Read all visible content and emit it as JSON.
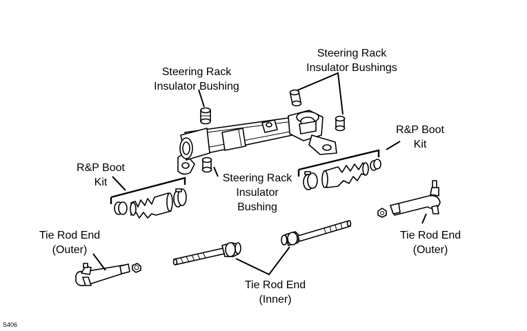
{
  "labels": {
    "insulator_bushing_top": [
      "Steering Rack",
      "Insulator Bushing"
    ],
    "insulator_bushings_right": [
      "Steering Rack",
      "Insulator Bushings"
    ],
    "insulator_bushing_lower": [
      "Steering Rack",
      "Insulator",
      "Bushing"
    ],
    "boot_kit_left": [
      "R&P Boot",
      "Kit"
    ],
    "boot_kit_right": [
      "R&P Boot",
      "Kit"
    ],
    "tie_rod_outer_left": [
      "Tie Rod End",
      "(Outer)"
    ],
    "tie_rod_outer_right": [
      "Tie Rod End",
      "(Outer)"
    ],
    "tie_rod_inner": [
      "Tie Rod End",
      "(Inner)"
    ]
  },
  "figure_code": "S406"
}
